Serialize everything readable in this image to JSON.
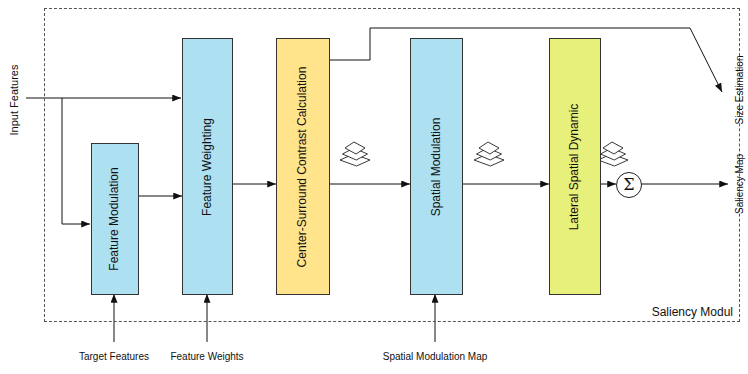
{
  "diagram": {
    "nodes": [
      {
        "text": [
          "Saliency Modul"
        ]
      },
      {
        "text": [
          "Feature Modulation"
        ],
        "in": 0
      },
      {
        "text": [
          "Feature Weighting"
        ],
        "in": 0
      },
      {
        "text": [
          "Center-Surround Contrast Calculation"
        ],
        "in": 0
      },
      {
        "text": [
          "Spatial Modulation"
        ],
        "in": 0
      },
      {
        "text": [
          "Lateral Spatial Dynamic"
        ],
        "in": 0
      },
      {
        "text": [
          "Σ"
        ],
        "in": 0
      }
    ],
    "edges": [
      {
        "from": 1,
        "to": 2,
        "arrow": "to"
      },
      {
        "from": 2,
        "to": 3,
        "arrow": "to"
      },
      {
        "from": 3,
        "to": 4,
        "arrow": "to"
      },
      {
        "from": 4,
        "to": 5,
        "arrow": "to"
      },
      {
        "from": 5,
        "to": 6,
        "arrow": "to"
      }
    ],
    "labels": [
      "Input Features",
      "Target Features",
      "Feature Weights",
      "Spatial Modulation Map",
      "Size Estimation",
      "Saliency Map"
    ]
  }
}
